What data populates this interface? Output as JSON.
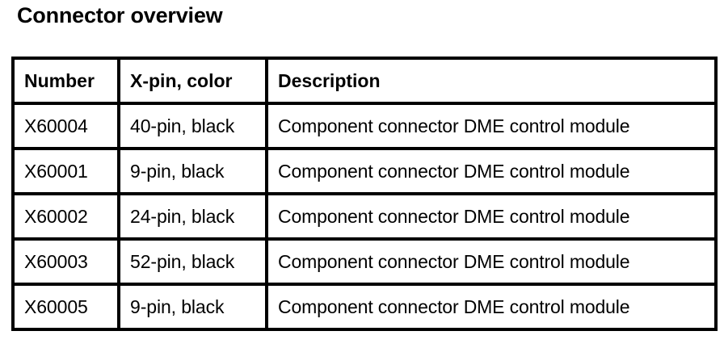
{
  "document": {
    "title": "Connector overview",
    "background_color": "#ffffff",
    "text_color": "#000000",
    "border_color": "#000000"
  },
  "table": {
    "columns": [
      {
        "key": "number",
        "header": "Number",
        "align": "left"
      },
      {
        "key": "xpin",
        "header": "X-pin, color",
        "align": "left"
      },
      {
        "key": "description",
        "header": "Description",
        "align": "center"
      }
    ],
    "rows": [
      {
        "number": "X60004",
        "xpin": "40-pin, black",
        "description": "Component connector DME control module"
      },
      {
        "number": "X60001",
        "xpin": "9-pin, black",
        "description": "Component connector DME control module"
      },
      {
        "number": "X60002",
        "xpin": "24-pin, black",
        "description": "Component connector DME control module"
      },
      {
        "number": "X60003",
        "xpin": "52-pin, black",
        "description": "Component connector DME control module"
      },
      {
        "number": "X60005",
        "xpin": "9-pin, black",
        "description": "Component connector DME control module"
      }
    ]
  }
}
